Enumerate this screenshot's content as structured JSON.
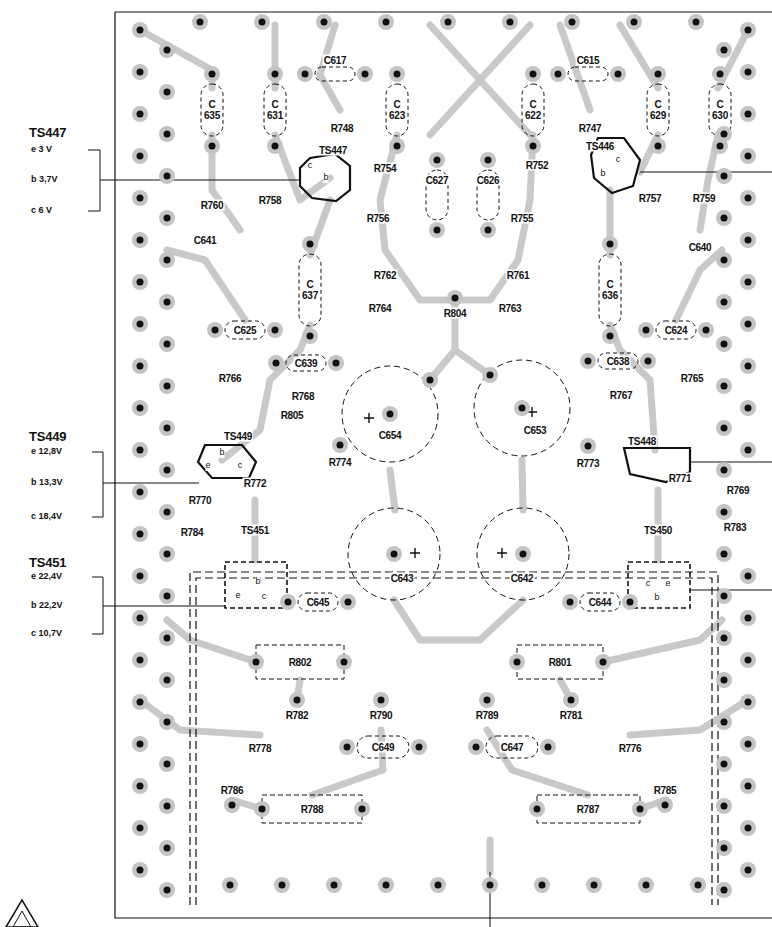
{
  "diagram": {
    "labels": [
      "TS447",
      "e 3 V",
      "b 3,7V",
      "c 6 V",
      "TS449",
      "e 12,8V",
      "b 13,3V",
      "c 18,4V",
      "TS451",
      "e 22,4V",
      "b 22,2V",
      "c 10,7V",
      "C617",
      "C615",
      "C 635",
      "C 631",
      "R748",
      "C 623",
      "C 622",
      "R747",
      "C 629",
      "C 630",
      "TS447",
      "TS446",
      "R754",
      "R752",
      "R758",
      "R760",
      "R756",
      "R755",
      "C627",
      "C626",
      "R757",
      "R759",
      "C 637",
      "C641",
      "C640",
      "R762",
      "R761",
      "C 636",
      "R764",
      "R804",
      "R763",
      "C625",
      "C624",
      "C639",
      "C638",
      "R766",
      "R768",
      "R765",
      "R767",
      "R805",
      "C654",
      "C653",
      "TS449",
      "TS448",
      "R774",
      "R773",
      "R771",
      "R772",
      "R769",
      "R770",
      "R784",
      "TS451",
      "C643",
      "C642",
      "TS450",
      "R783",
      "C645",
      "C644",
      "R802",
      "R801",
      "R782",
      "R790",
      "R789",
      "R781",
      "R778",
      "C649",
      "C647",
      "R776",
      "R786",
      "R785",
      "R788",
      "R787",
      "c",
      "b",
      "c",
      "b",
      "b",
      "e",
      "c",
      "b",
      "e",
      "c",
      "c",
      "e",
      "b"
    ]
  }
}
